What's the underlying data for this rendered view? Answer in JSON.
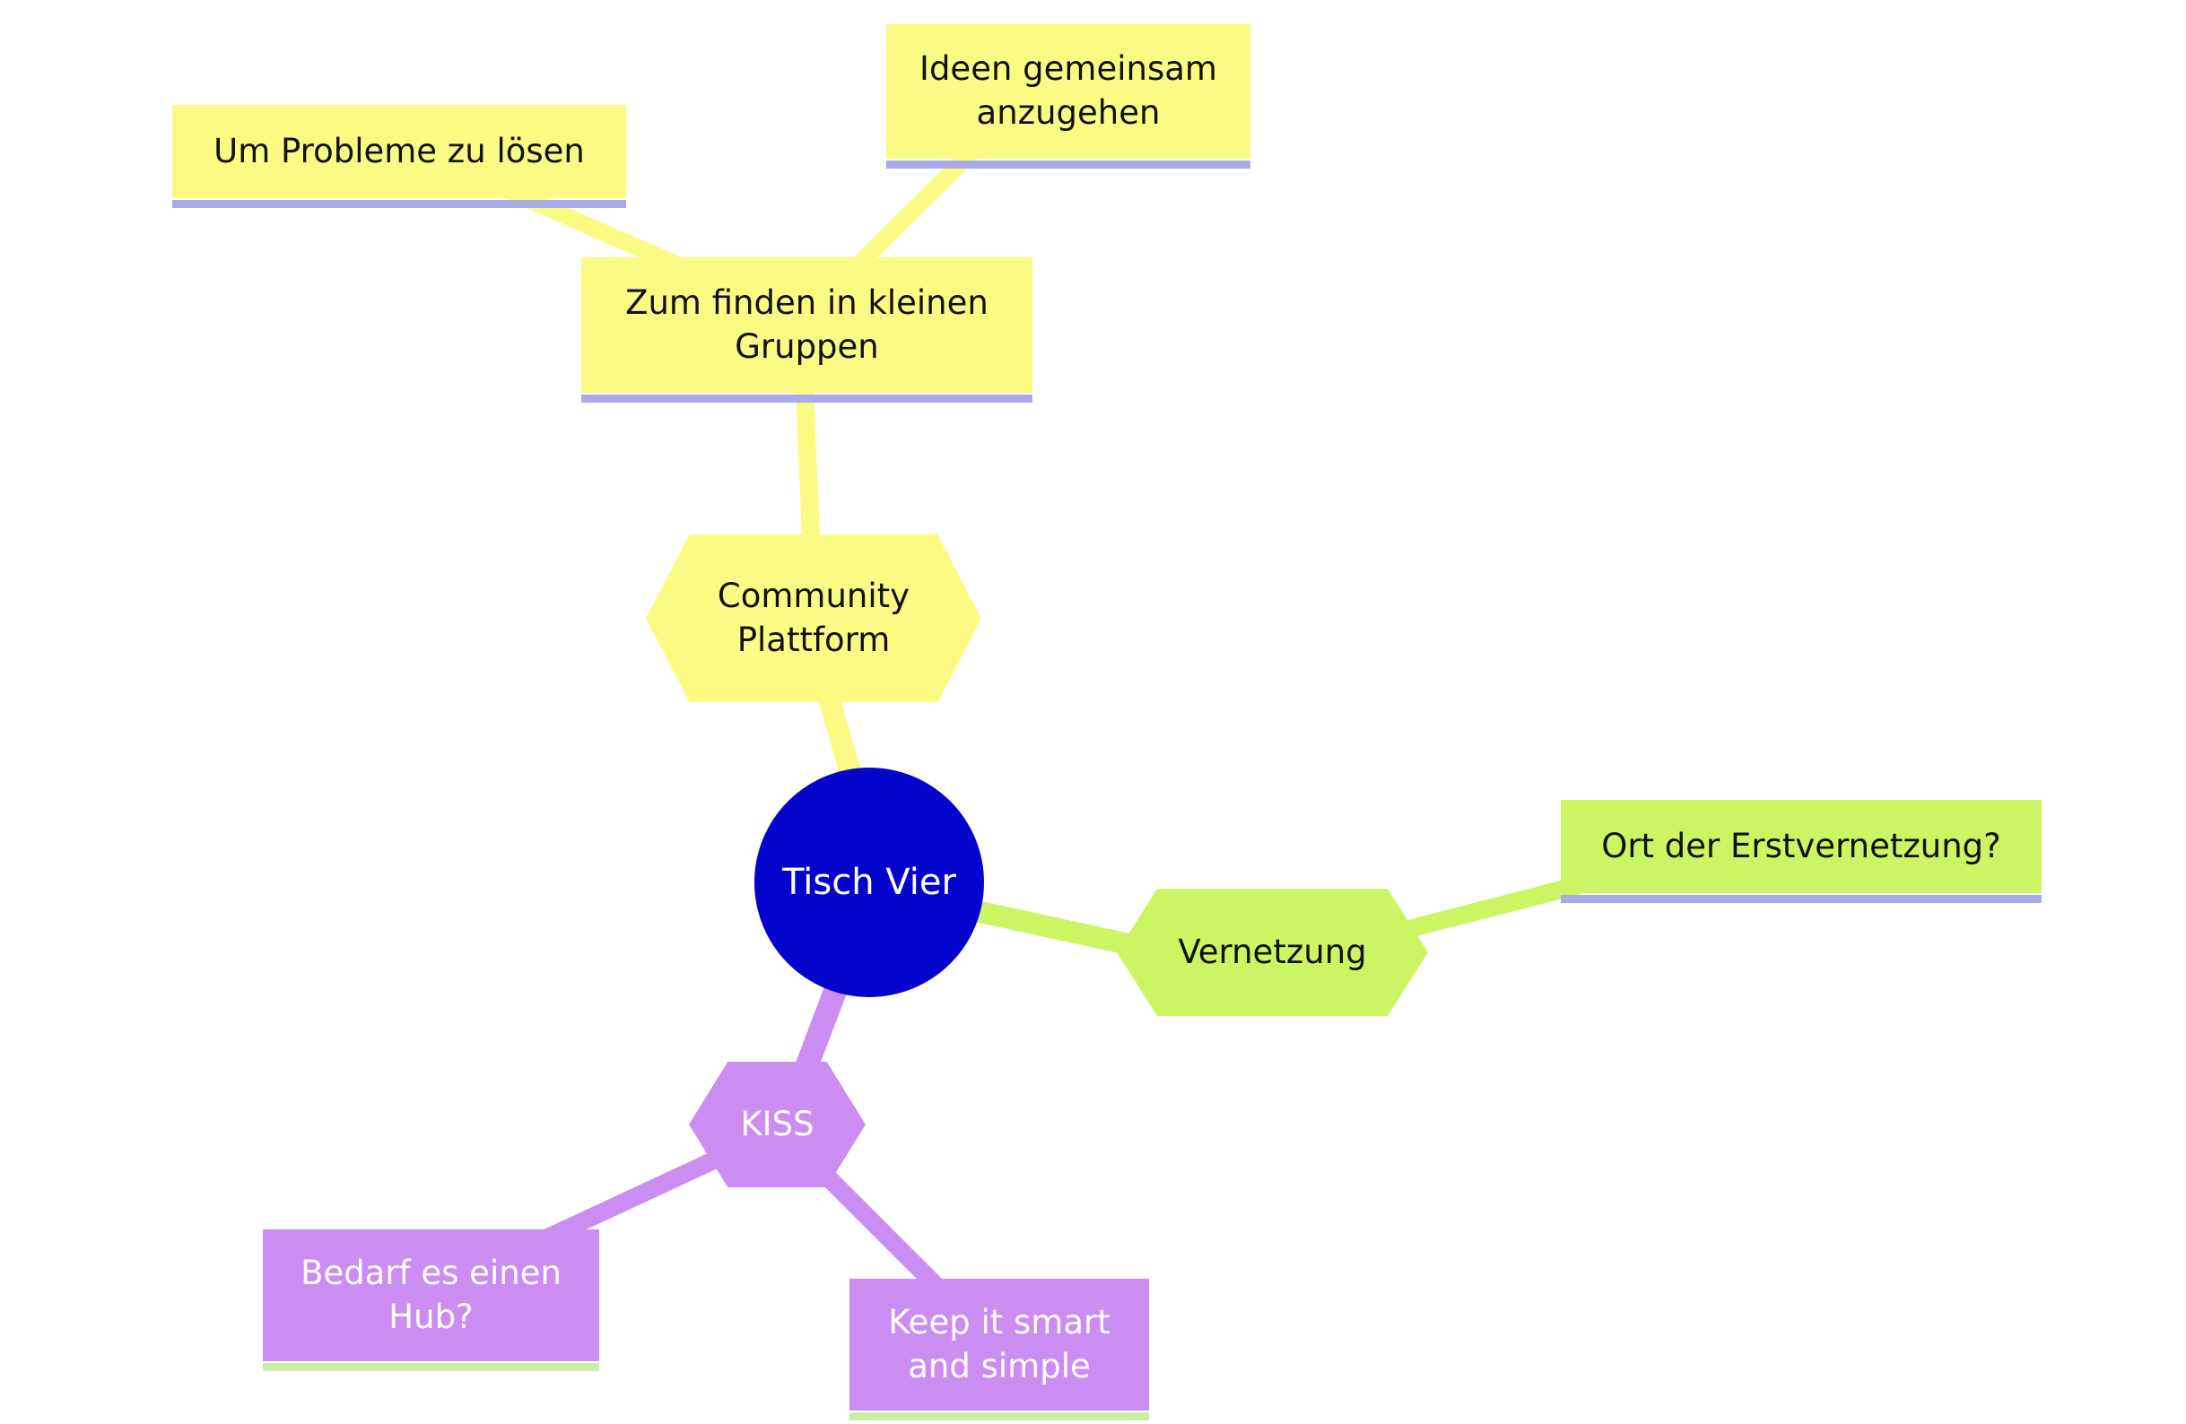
{
  "app": {
    "type": "mind-map",
    "background": "#ffffff"
  },
  "colors": {
    "root_fill": "#0404CC",
    "root_text": "#ffffff",
    "yellow_branch": "#FBFB84",
    "green_branch": "#CBF563",
    "purple_branch": "#CC8DF2",
    "lavender_underline": "#AAAAE8",
    "pale_green_underline": "#C9EFA5",
    "dark_text": "#111111",
    "light_text": "#ffffff"
  },
  "nodes": {
    "tisch_vier": {
      "label": "Tisch Vier",
      "shape": "circle",
      "branch": "root"
    },
    "community_plattform": {
      "label": "Community Plattform",
      "shape": "hexagon",
      "branch": "yellow"
    },
    "zum_finden": {
      "label": "Zum finden in kleinen Gruppen",
      "shape": "rectangle",
      "branch": "yellow"
    },
    "um_probleme": {
      "label": "Um Probleme zu lösen",
      "shape": "rectangle",
      "branch": "yellow"
    },
    "ideen_gemeinsam": {
      "label": "Ideen gemeinsam anzugehen",
      "shape": "rectangle",
      "branch": "yellow"
    },
    "vernetzung": {
      "label": "Vernetzung",
      "shape": "hexagon",
      "branch": "green"
    },
    "ort_der_erstvernetzung": {
      "label": "Ort der Erstvernetzung?",
      "shape": "rectangle",
      "branch": "green"
    },
    "kiss": {
      "label": "KISS",
      "shape": "hexagon",
      "branch": "purple"
    },
    "bedarf_hub": {
      "label": "Bedarf es einen Hub?",
      "shape": "rectangle",
      "branch": "purple"
    },
    "keep_it_smart": {
      "label": "Keep it smart and simple",
      "shape": "rectangle",
      "branch": "purple"
    }
  },
  "edges": [
    {
      "from": "tisch_vier",
      "to": "community_plattform",
      "branch": "yellow"
    },
    {
      "from": "community_plattform",
      "to": "zum_finden",
      "branch": "yellow"
    },
    {
      "from": "zum_finden",
      "to": "um_probleme",
      "branch": "yellow"
    },
    {
      "from": "zum_finden",
      "to": "ideen_gemeinsam",
      "branch": "yellow"
    },
    {
      "from": "tisch_vier",
      "to": "vernetzung",
      "branch": "green"
    },
    {
      "from": "vernetzung",
      "to": "ort_der_erstvernetzung",
      "branch": "green"
    },
    {
      "from": "tisch_vier",
      "to": "kiss",
      "branch": "purple"
    },
    {
      "from": "kiss",
      "to": "bedarf_hub",
      "branch": "purple"
    },
    {
      "from": "kiss",
      "to": "keep_it_smart",
      "branch": "purple"
    }
  ]
}
